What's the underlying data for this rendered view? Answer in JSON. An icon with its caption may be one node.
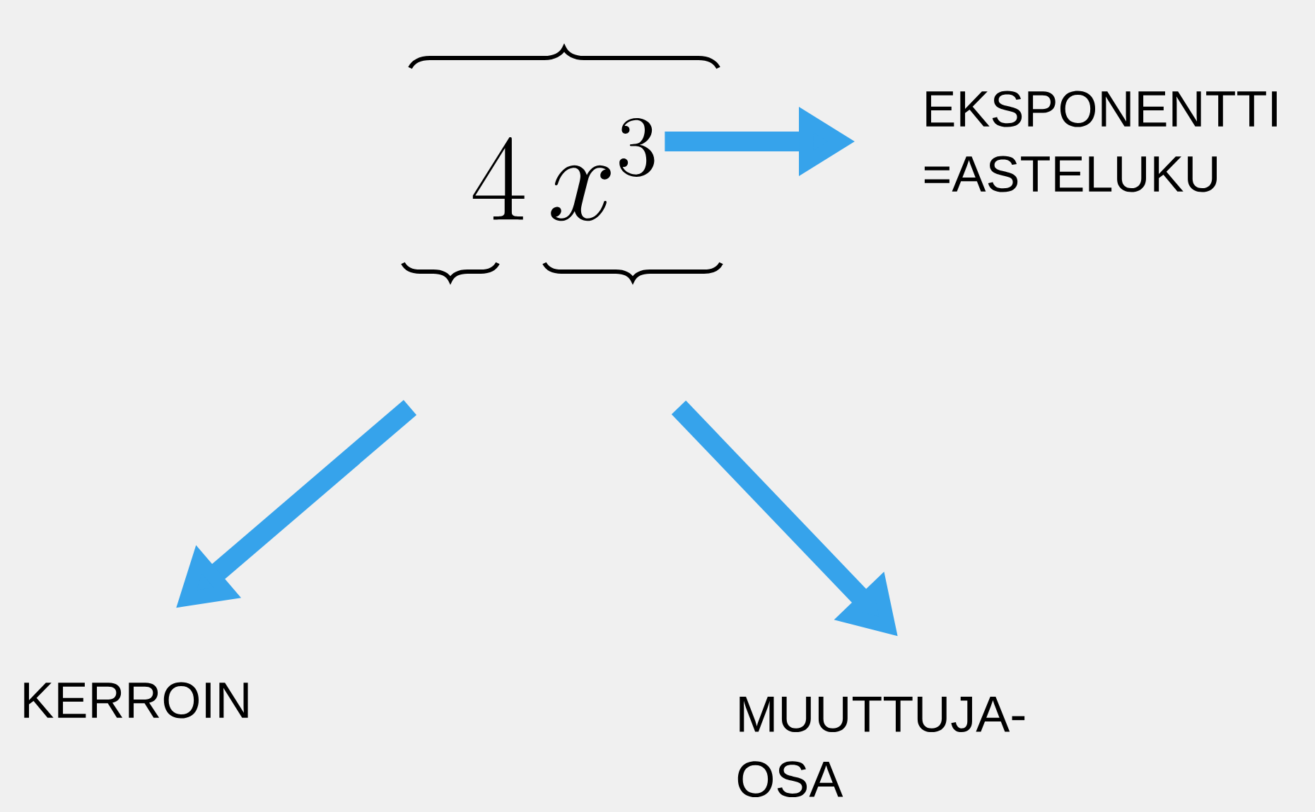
{
  "diagram": {
    "nodes": [
      {
        "text": [
          "4\\,x^{3}"
        ]
      },
      {
        "text": [
          "EKSPONENTTI =ASTELUKU"
        ]
      },
      {
        "text": [
          "KERROIN"
        ]
      },
      {
        "text": [
          "MUUTTUJA-OSA"
        ]
      }
    ],
    "edges": [
      {
        "from": 0,
        "to": 1,
        "arrow": "to"
      },
      {
        "from": null,
        "to": 2,
        "arrow": "to"
      },
      {
        "from": null,
        "to": 3,
        "arrow": "to"
      }
    ]
  }
}
